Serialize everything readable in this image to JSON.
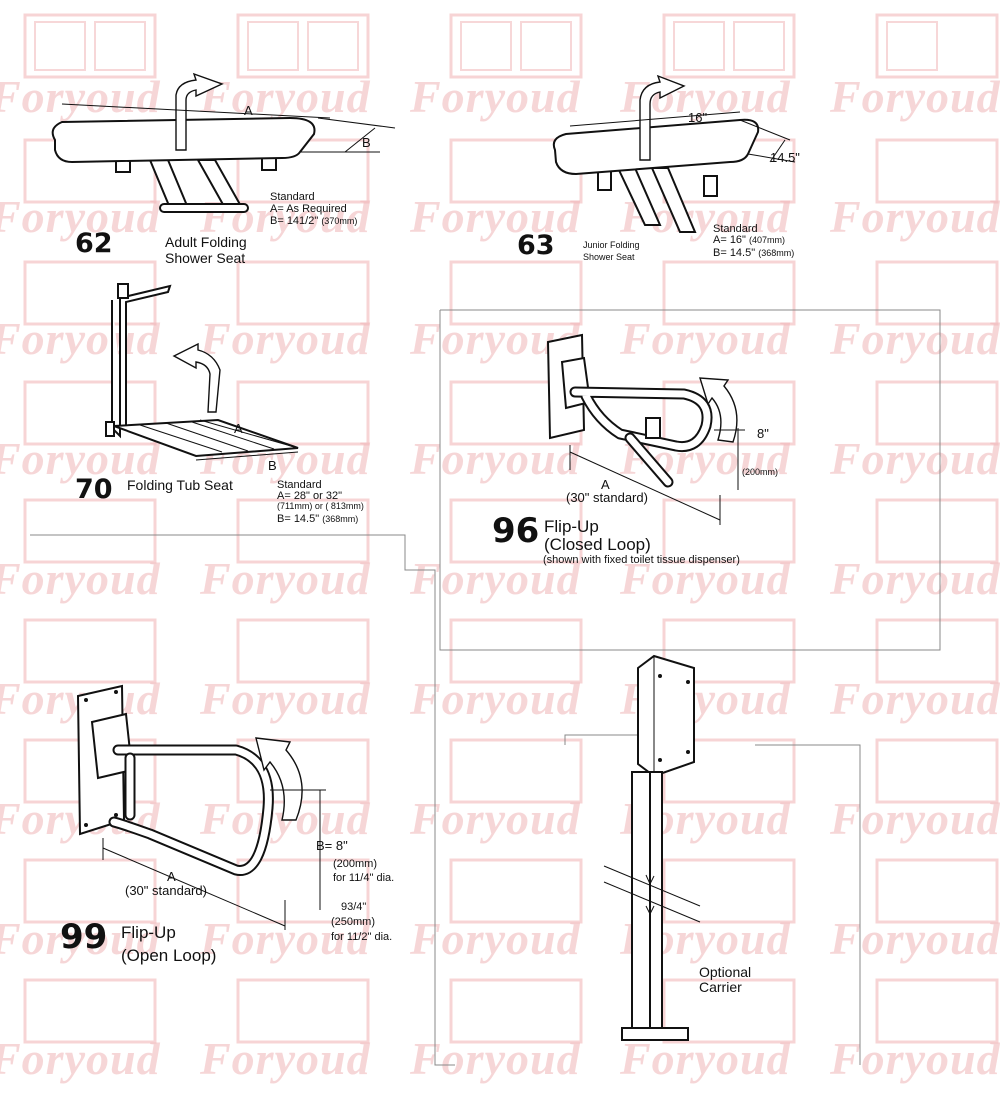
{
  "watermark": {
    "brand_text": "Foryoud",
    "seal_icon": "chinese-seal-icon",
    "color": "#f0b6b8"
  },
  "items": {
    "seat62": {
      "number": "62",
      "name_line1": "Adult Folding",
      "name_line2": "Shower Seat",
      "dim_a_label": "A",
      "dim_b_label": "B",
      "spec_title": "Standard",
      "spec_a": "A= As Required",
      "spec_b_prefix": "B= 141/2\"",
      "spec_b_metric": "(370mm)"
    },
    "seat63": {
      "number": "63",
      "name_line1": "Junior Folding",
      "name_line2": "Shower Seat",
      "dim_width": "16\"",
      "dim_depth": "14.5\"",
      "spec_title": "Standard",
      "spec_a": "A= 16\"",
      "spec_a_metric": "(407mm)",
      "spec_b": "B= 14.5\"",
      "spec_b_metric": "(368mm)"
    },
    "seat70": {
      "number": "70",
      "name": "Folding Tub Seat",
      "dim_a_label": "A",
      "dim_b_label": "B",
      "spec_title": "Standard",
      "spec_a": "A= 28\" or 32\"",
      "spec_a_metric": "(711mm) or ( 813mm)",
      "spec_b": "B= 14.5\"",
      "spec_b_metric": "(368mm)"
    },
    "bar96": {
      "number": "96",
      "name_line1": "Flip-Up",
      "name_line2": "(Closed Loop)",
      "note": "(shown with fixed toilet tissue dispenser)",
      "dim_a_label": "A",
      "dim_a_std": "(30\" standard)",
      "dim_h": "8\"",
      "dim_h_metric": "(200mm)"
    },
    "bar99": {
      "number": "99",
      "name_line1": "Flip-Up",
      "name_line2": "(Open Loop)",
      "dim_a_label": "A",
      "dim_a_std": "(30\" standard)",
      "dim_b": "B= 8\"",
      "dim_b_metric": "(200mm)",
      "dim_b_dia": "for 11/4\" dia.",
      "dim_b2": "93/4\"",
      "dim_b2_metric": "(250mm)",
      "dim_b2_dia": "for 11/2\" dia."
    },
    "carrier": {
      "name_line1": "Optional",
      "name_line2": "Carrier"
    }
  }
}
